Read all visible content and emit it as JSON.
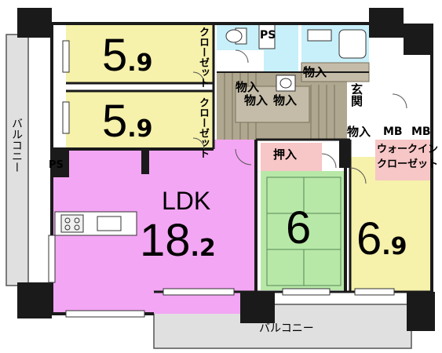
{
  "colors": {
    "western_room": "#f6f1ab",
    "ldk": "#f3a6f3",
    "japanese_room": "#b8e8a8",
    "wet_area": "#c8f0fa",
    "corridor": "#b0a790",
    "closet": "#f7c6c6",
    "balcony": "#e0e0e0",
    "wall": "#1a1a1a"
  },
  "rooms": {
    "western_1": {
      "size": "5",
      "decimal": ".9"
    },
    "western_2": {
      "size": "5",
      "decimal": ".9"
    },
    "ldk": {
      "name": "LDK",
      "size": "18",
      "decimal": ".2"
    },
    "japanese": {
      "size": "6"
    },
    "western_3": {
      "size": "6",
      "decimal": ".9"
    }
  },
  "labels": {
    "closet_top": "クローゼット",
    "closet_mid": "クローゼット",
    "ps_top": "PS",
    "ps_ldk": "PS",
    "storage_a": "物入",
    "storage_b": "物入",
    "storage_c": "物入",
    "storage_d": "物入",
    "storage_e": "物入",
    "entrance": "玄関",
    "mb_1": "MB",
    "mb_2": "MB",
    "oshiire": "押入",
    "walkin_line1": "ウォークイン",
    "walkin_line2": "クローゼット",
    "balcony_left": "バルコニー",
    "balcony_bottom": "バルコニー"
  }
}
